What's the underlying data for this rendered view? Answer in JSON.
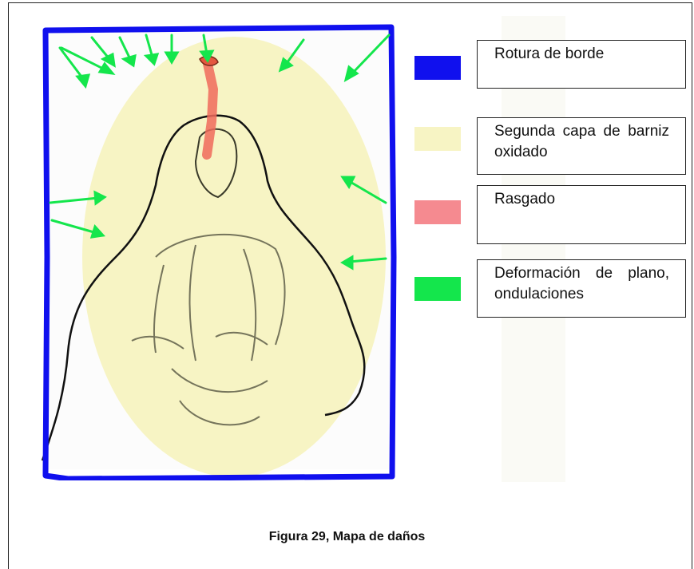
{
  "legend": [
    {
      "label": "Rotura de borde",
      "color": "#1010ee"
    },
    {
      "label": "Segunda capa de barniz oxidado",
      "color": "#f7f4c4"
    },
    {
      "label": "Rasgado",
      "color": "#f58a90"
    },
    {
      "label": "Deformación de plano, ondulaciones",
      "color": "#14e64c"
    }
  ],
  "caption": "Figura 29, Mapa de daños",
  "colors": {
    "border_break": "#1010ee",
    "varnish": "#f7f4c4",
    "tear": "#f58a90",
    "deformation": "#14e64c",
    "outline": "#111111"
  }
}
